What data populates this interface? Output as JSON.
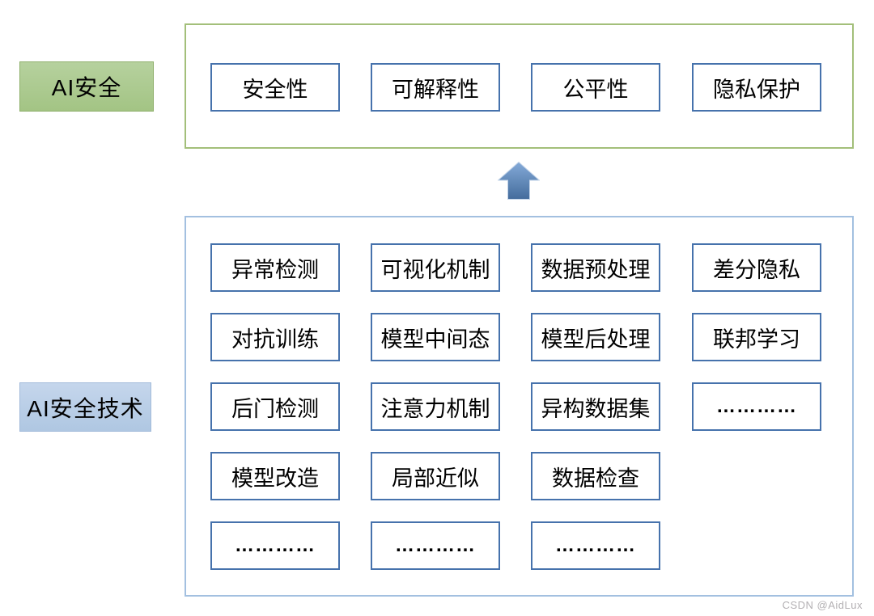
{
  "labels": {
    "ai_safety": "AI安全",
    "ai_safety_tech": "AI安全技术"
  },
  "ai_safety_group": {
    "items": [
      "安全性",
      "可解释性",
      "公平性",
      "隐私保护"
    ]
  },
  "ai_safety_tech_group": {
    "rows": [
      [
        "异常检测",
        "可视化机制",
        "数据预处理",
        "差分隐私"
      ],
      [
        "对抗训练",
        "模型中间态",
        "模型后处理",
        "联邦学习"
      ],
      [
        "后门检测",
        "注意力机制",
        "异构数据集",
        "…………"
      ],
      [
        "模型改造",
        "局部近似",
        "数据检查"
      ],
      [
        "…………",
        "…………",
        "…………"
      ]
    ]
  },
  "arrow": {
    "icon": "up-arrow-icon",
    "direction": "up"
  },
  "watermark": "CSDN @AidLux",
  "colors": {
    "green_label_fill": "#aecb93",
    "green_label_border": "#8fb06c",
    "green_container_border": "#a3bf7a",
    "blue_label_fill": "#b9cde7",
    "blue_label_border": "#a2bbda",
    "blue_container_border": "#a3c0e0",
    "cell_border": "#4672ac",
    "arrow_gradient_top": "#84aad8",
    "arrow_gradient_bottom": "#446c9c",
    "watermark_color": "#b3b0b3"
  }
}
